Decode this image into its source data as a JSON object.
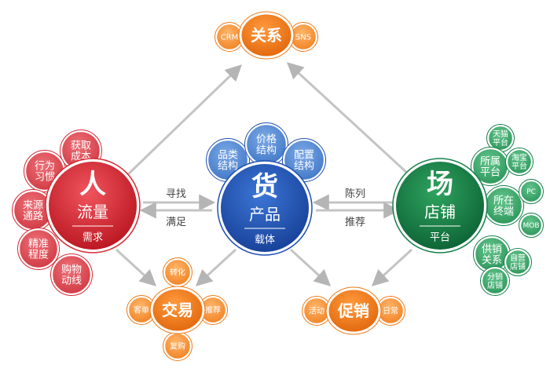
{
  "colors": {
    "red": "#d52b35",
    "red_light": "#e05a63",
    "blue": "#1d4fb3",
    "blue_light": "#5d8fd6",
    "green": "#15804a",
    "green_light": "#3fae6e",
    "orange": "#f07a17",
    "orange_light": "#f6a04a",
    "arrow": "#bdbdbd"
  },
  "people": {
    "main": "人",
    "sub": "流量",
    "note": "需求",
    "satellites": [
      "获取\n成本",
      "行为\n习惯",
      "来源\n通路",
      "精准\n程度",
      "购物\n动线"
    ]
  },
  "goods": {
    "main": "货",
    "sub": "产品",
    "note": "载体",
    "satellites": [
      "品类\n结构",
      "价格\n结构",
      "配置\n结构"
    ]
  },
  "place": {
    "main": "场",
    "sub": "店铺",
    "note": "平台",
    "satellites": [
      "天猫\n平台",
      "所属\n平台",
      "淘宝\n平台",
      "所在\n终端",
      "PC",
      "MOB",
      "供销\n关系",
      "自营\n店铺",
      "分销\n店铺"
    ]
  },
  "relation": {
    "label": "关系",
    "satellites": [
      "CRM",
      "SNS"
    ]
  },
  "trade": {
    "label": "交易",
    "satellites": [
      "转化",
      "客单",
      "推荐",
      "复购"
    ]
  },
  "promo": {
    "label": "促销",
    "satellites": [
      "活动",
      "日常"
    ]
  },
  "arrows": {
    "seek": "寻找",
    "satisfy": "满足",
    "display": "陈列",
    "recommend": "推荐"
  }
}
